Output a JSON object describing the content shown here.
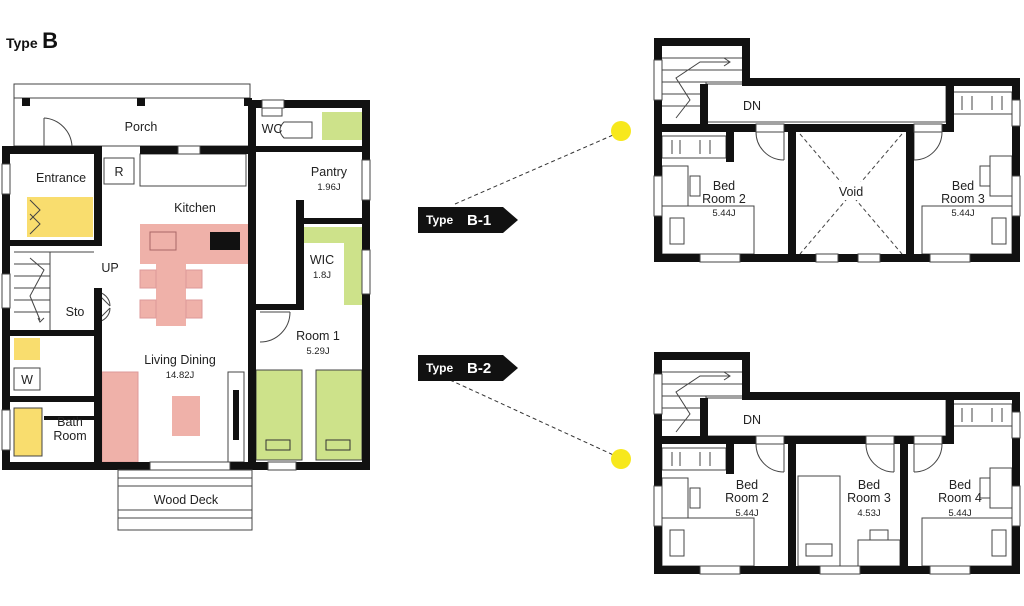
{
  "title": {
    "prefix": "Type",
    "letter": "B"
  },
  "ground_floor": {
    "porch": "Porch",
    "wc": "WC",
    "pantry": {
      "name": "Pantry",
      "area": "1.96J"
    },
    "entrance": "Entrance",
    "fridge": "R",
    "kitchen": "Kitchen",
    "up": "UP",
    "wic": {
      "name": "WIC",
      "area": "1.8J"
    },
    "storage": "Sto",
    "room1": {
      "name": "Room 1",
      "area": "5.29J"
    },
    "living_dining": {
      "name": "Living Dining",
      "area": "14.82J"
    },
    "washer": "W",
    "bath": {
      "line1": "Bath",
      "line2": "Room"
    },
    "wood_deck": "Wood Deck"
  },
  "b1": {
    "tag": {
      "prefix": "Type",
      "code": "B-1"
    },
    "dn": "DN",
    "bed2": {
      "line1": "Bed",
      "line2": "Room 2",
      "area": "5.44J"
    },
    "void": "Void",
    "bed3": {
      "line1": "Bed",
      "line2": "Room 3",
      "area": "5.44J"
    }
  },
  "b2": {
    "tag": {
      "prefix": "Type",
      "code": "B-2"
    },
    "dn": "DN",
    "bed2": {
      "line1": "Bed",
      "line2": "Room 2",
      "area": "5.44J"
    },
    "bed3": {
      "line1": "Bed",
      "line2": "Room 3",
      "area": "4.53J"
    },
    "bed4": {
      "line1": "Bed",
      "line2": "Room 4",
      "area": "5.44J"
    }
  },
  "colors": {
    "wall": "#111111",
    "wet_area": "#f9dd6e",
    "green_fixture": "#cde28a",
    "dining": "#efb1a9",
    "marker": "#f7e81c"
  }
}
